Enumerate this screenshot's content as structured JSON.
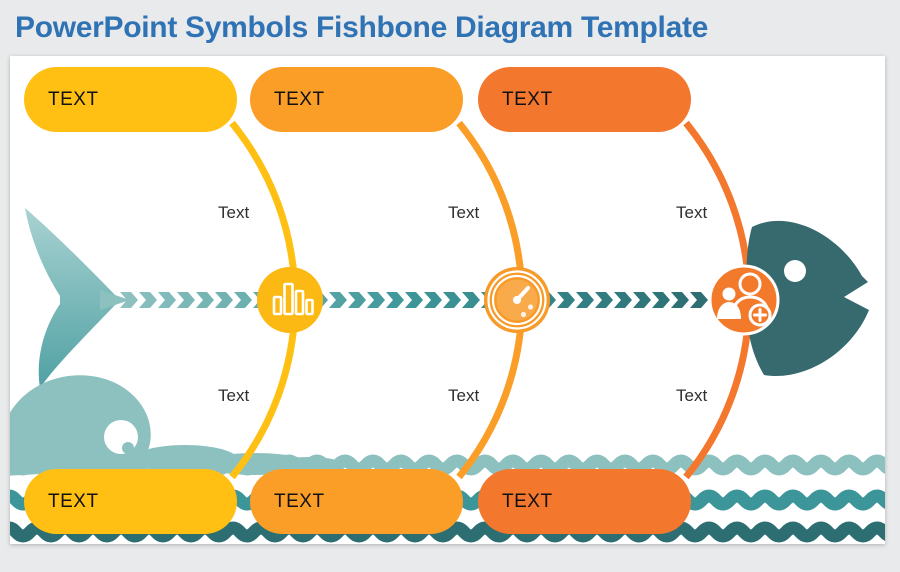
{
  "title": "PowerPoint Symbols Fishbone Diagram Template",
  "labels": {
    "top_boxes": [
      "TEXT",
      "TEXT",
      "TEXT"
    ],
    "bottom_boxes": [
      "TEXT",
      "TEXT",
      "TEXT"
    ],
    "top_branches": [
      "Text",
      "Text",
      "Text"
    ],
    "bottom_branches": [
      "Text",
      "Text",
      "Text"
    ]
  },
  "icons": [
    "bar-chart-icon",
    "gauge-icon",
    "add-user-icon",
    "fish-tail",
    "fish-head",
    "wave-splash",
    "wave-bands",
    "spine-chevrons"
  ],
  "colors": {
    "title": "#2F73B5",
    "background": "#E9EAEB",
    "slide": "#FFFFFF",
    "box_yellow": "#FFC013",
    "box_orange": "#FB9E28",
    "box_deep_orange": "#F4772E",
    "icon_yellow": "#FCB813",
    "icon_orange": "#F89A28",
    "icon_deep_orange": "#F37A2B",
    "teal_light": "#8CC1C0",
    "teal_mid": "#3C9598",
    "teal_dark": "#2D6E72",
    "fish_body": "#376A6E",
    "tail_top": "#A9D2D1",
    "tail_bottom": "#50A1A4",
    "box_text": "#111111",
    "label_text": "#2F2F2F"
  }
}
